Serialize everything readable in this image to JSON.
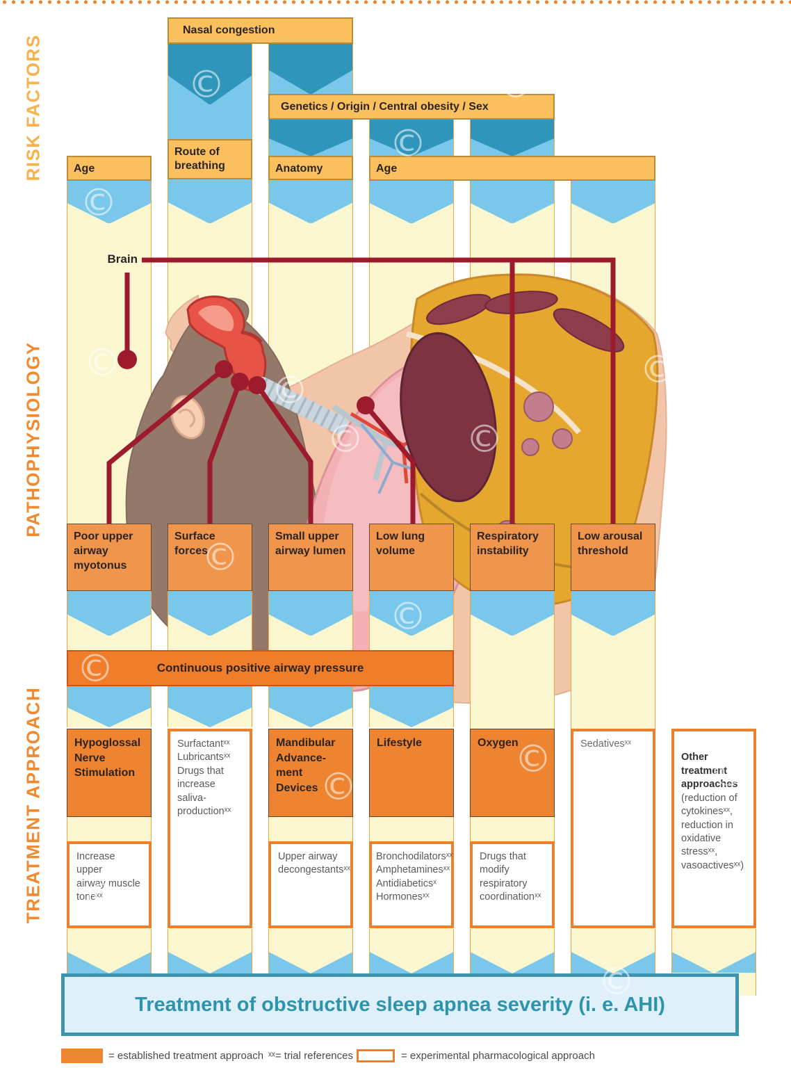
{
  "colors": {
    "established_fill": "#ee8430",
    "experimental_border": "#ee7f2b",
    "risk_fill": "#fbc05e",
    "patho_fill": "#f0954c",
    "cpap_fill": "#f07d2a",
    "column_cream": "#faf6cf",
    "arrow_blue": "#79c7eb",
    "arrow_teal": "#2f95ba",
    "annotation_red": "#9c1b2c",
    "outcome_teal": "#2e93ad",
    "dotted_orange": "#ee8025"
  },
  "watermark_glyph": "©",
  "sections": {
    "risk": {
      "label": "RISK FACTORS",
      "nasal": "Nasal congestion",
      "route": "Route of\nbreathing",
      "genetics": "Genetics / Origin / Central obesity / Sex",
      "age1": "Age",
      "anatomy": "Anatomy",
      "age2": "Age"
    },
    "patho": {
      "label": "PATHOPHYSIOLOGY",
      "brain": "Brain",
      "boxes": [
        "Poor upper\nairway\nmyotonus",
        "Surface forces",
        "Small upper\nairway lumen",
        "Low lung\nvolume",
        "Respiratory\ninstability",
        "Low arousal\nthreshold"
      ]
    },
    "treatment": {
      "label": "TREATMENT APPROACH",
      "cpap": "Continuous positive airway pressure",
      "row1": {
        "hypoglossal": "Hypoglossal\nNerve\nStimulation",
        "surfactant": "Surfactantˣˣ\nLubricantsˣˣ\nDrugs that\nincrease saliva-\nproductionˣˣ",
        "mandibular": "Mandibular\nAdvance-\nment\nDevices",
        "lifestyle": "Lifestyle",
        "oxygen": "Oxygen",
        "sedatives": "Sedativesˣˣ",
        "other_title": "Other treatment\napproaches",
        "other_body": "(reduction of\ncytokinesˣˣ,\nreduction in\noxidative stressˣˣ,\nvasoactivesˣˣ)"
      },
      "row2": {
        "muscle_tone": "Increase upper\nairway muscle\ntoneˣˣ",
        "decongestants": "Upper airway\ndecongestantsˣˣ",
        "bronchodilators": "Bronchodilatorsˣˣ\nAmphetaminesˣˣ\nAntidiabeticsˣ\nHormonesˣˣ",
        "respiratory_drugs": "Drugs that\nmodify\nrespiratory\ncoordinationˣˣ"
      }
    },
    "outcome": {
      "bar": "Treatment of obstructive sleep apnea severity (i. e. AHI)"
    },
    "legend": {
      "established": "= established treatment approach",
      "trial": "ˣˣ= trial references",
      "experimental": "= experimental pharmacological approach"
    }
  }
}
